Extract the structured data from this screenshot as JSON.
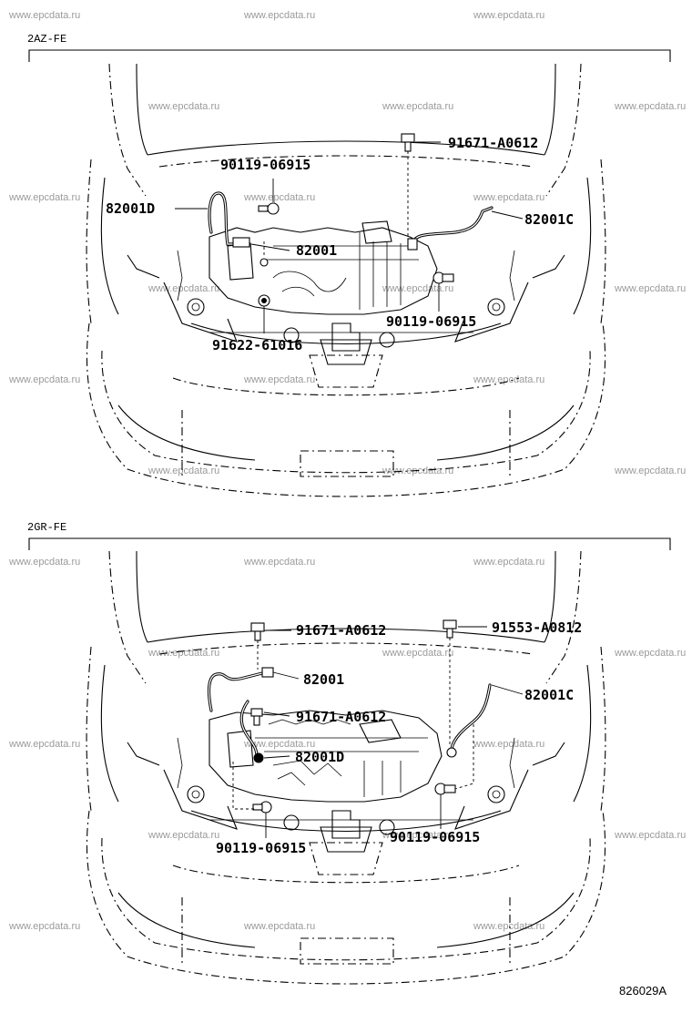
{
  "watermark": "www.epcdata.ru",
  "sections": [
    {
      "label": "2AZ-FE",
      "callouts": [
        {
          "id": "c1",
          "text": "91671-A0612"
        },
        {
          "id": "c2",
          "text": "90119-06915"
        },
        {
          "id": "c3",
          "text": "82001D"
        },
        {
          "id": "c4",
          "text": "82001C"
        },
        {
          "id": "c5",
          "text": "82001"
        },
        {
          "id": "c6",
          "text": "90119-06915"
        },
        {
          "id": "c7",
          "text": "91622-61016"
        }
      ]
    },
    {
      "label": "2GR-FE",
      "callouts": [
        {
          "id": "c1",
          "text": "91671-A0612"
        },
        {
          "id": "c2",
          "text": "91553-A0812"
        },
        {
          "id": "c3",
          "text": "82001"
        },
        {
          "id": "c4",
          "text": "82001C"
        },
        {
          "id": "c5",
          "text": "91671-A0612"
        },
        {
          "id": "c6",
          "text": "82001D"
        },
        {
          "id": "c7",
          "text": "90119-06915"
        },
        {
          "id": "c8",
          "text": "90119-06915"
        }
      ]
    }
  ],
  "figure_number": "826029A"
}
